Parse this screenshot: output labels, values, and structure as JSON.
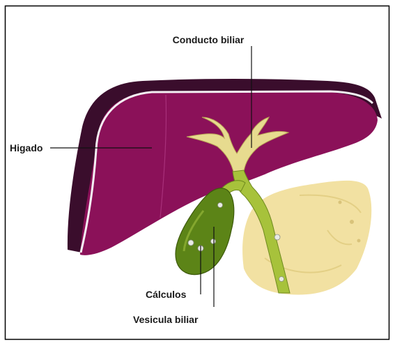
{
  "diagram": {
    "labels": {
      "bile_duct": "Conducto biliar",
      "liver": "Higado",
      "stones": "Cálculos",
      "gallbladder": "Vesicula biliar"
    },
    "colors": {
      "liver_fill": "#8b1159",
      "liver_back": "#3a0d2c",
      "liver_edge": "#f3f0f3",
      "gallbladder_fill": "#5c8417",
      "gallbladder_light": "#8fb034",
      "duct_fill": "#a7c23b",
      "duct_branch": "#e7db8f",
      "pancreas_fill": "#f2e1a2",
      "pancreas_shadow": "#e3cf85",
      "stone_fill": "#e9ece4",
      "border": "#000000",
      "leader": "#111111"
    }
  }
}
